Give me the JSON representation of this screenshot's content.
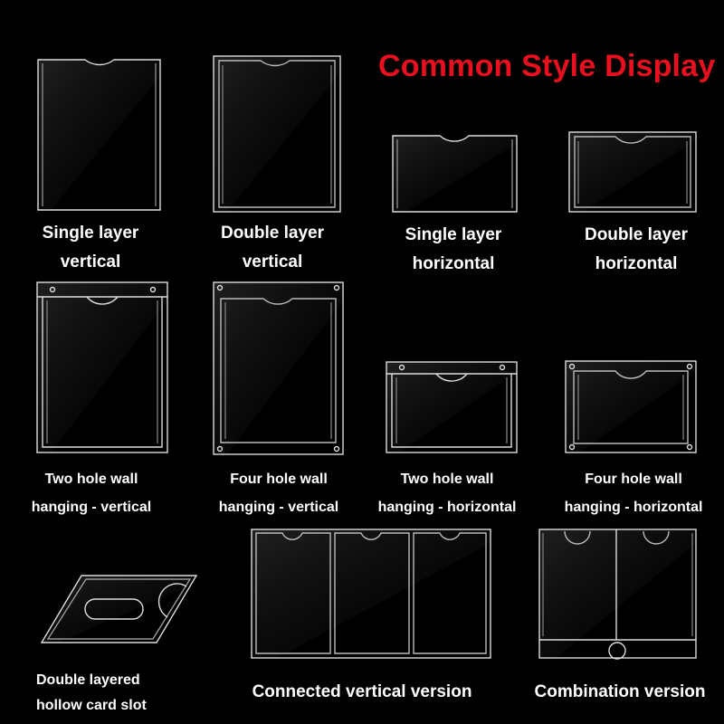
{
  "header": {
    "title": "Common Style Display"
  },
  "items": [
    {
      "line1": "Single layer",
      "line2": "vertical"
    },
    {
      "line1": "Double layer",
      "line2": "vertical"
    },
    {
      "line1": "Single layer",
      "line2": "horizontal"
    },
    {
      "line1": "Double layer",
      "line2": "horizontal"
    },
    {
      "line1": "Two hole wall",
      "line2": "hanging - vertical"
    },
    {
      "line1": "Four hole wall",
      "line2": "hanging - vertical"
    },
    {
      "line1": "Two hole wall",
      "line2": "hanging - horizontal"
    },
    {
      "line1": "Four hole wall",
      "line2": "hanging - horizontal"
    },
    {
      "line1": "Double layered",
      "line2": "hollow card slot"
    },
    {
      "line1": "Connected vertical version"
    },
    {
      "line1": "Combination version"
    }
  ],
  "colors": {
    "background": "#000000",
    "title": "#e8101e",
    "caption": "#ffffff",
    "outline": "#dddddd"
  }
}
